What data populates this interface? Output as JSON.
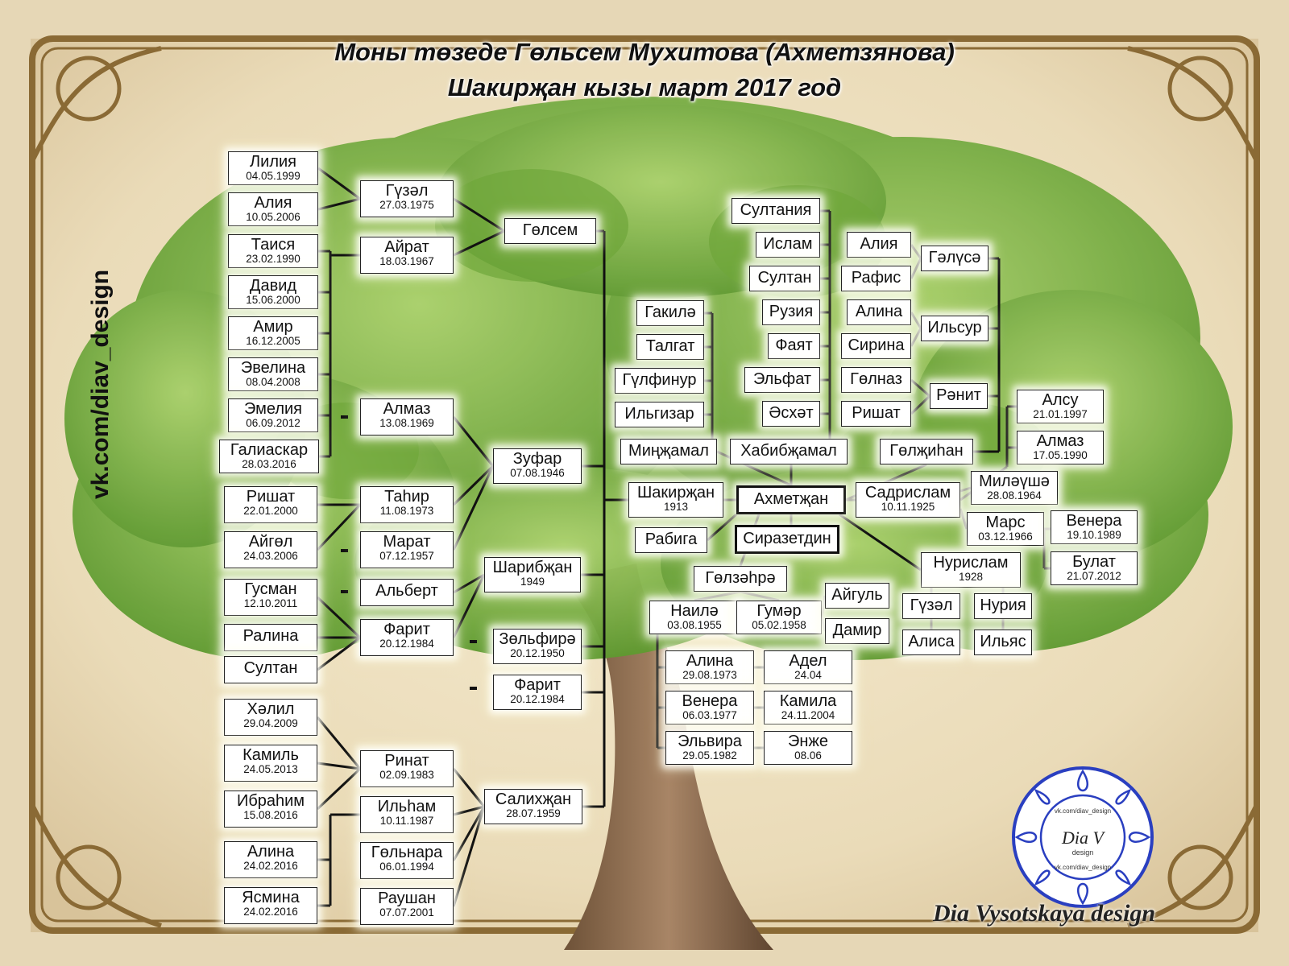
{
  "title": {
    "line1": "Моны төзеде Гөльсем Мухитова (Ахметзянова)",
    "line2": "Шакирҗан кызы март 2017 год"
  },
  "watermark": "vk.com/diav_design",
  "signature": "Dia Vysotskaya design",
  "logo": {
    "url": "vk.com/diav_design",
    "word": "Dia V",
    "sub": "design"
  },
  "colors": {
    "frame": "#8a6a35",
    "line": "#111111",
    "box": "#ffffff",
    "leaf": "#7fb045",
    "trunk": "#8b6a4a"
  },
  "people": {
    "liliya": {
      "name": "Лилия",
      "date": "04.05.1999"
    },
    "aliya1": {
      "name": "Алия",
      "date": "10.05.2006"
    },
    "guzel1": {
      "name": "Гүзәл",
      "date": "27.03.1975"
    },
    "gelsem": {
      "name": "Гөлсем"
    },
    "taisya": {
      "name": "Таися",
      "date": "23.02.1990"
    },
    "airat": {
      "name": "Айрат",
      "date": "18.03.1967"
    },
    "david": {
      "name": "Давид",
      "date": "15.06.2000"
    },
    "amir": {
      "name": "Амир",
      "date": "16.12.2005"
    },
    "evelina": {
      "name": "Эвелина",
      "date": "08.04.2008"
    },
    "emeliya": {
      "name": "Эмелия",
      "date": "06.09.2012"
    },
    "almaz1": {
      "name": "Алмаз",
      "date": "13.08.1969"
    },
    "galiaskar": {
      "name": "Галиаскар",
      "date": "28.03.2016"
    },
    "zufar": {
      "name": "Зуфар",
      "date": "07.08.1946"
    },
    "rishat1": {
      "name": "Ришат",
      "date": "22.01.2000"
    },
    "tahir": {
      "name": "Таһир",
      "date": "11.08.1973"
    },
    "aigel": {
      "name": "Айгөл",
      "date": "24.03.2006"
    },
    "marat": {
      "name": "Марат",
      "date": "07.12.1957"
    },
    "gusman": {
      "name": "Гусман",
      "date": "12.10.2011"
    },
    "albert": {
      "name": "Альберт"
    },
    "sharibzhan": {
      "name": "Шарибҗан",
      "date": "1949"
    },
    "ralina": {
      "name": "Ралина"
    },
    "farit1": {
      "name": "Фарит",
      "date": "20.12.1984"
    },
    "sultan1": {
      "name": "Султан"
    },
    "zelfira": {
      "name": "Зөльфирә",
      "date": "20.12.1950"
    },
    "farit2": {
      "name": "Фарит",
      "date": "20.12.1984"
    },
    "halil": {
      "name": "Хәлил",
      "date": "29.04.2009"
    },
    "kamil": {
      "name": "Камиль",
      "date": "24.05.2013"
    },
    "rinat": {
      "name": "Ринат",
      "date": "02.09.1983"
    },
    "ibrahim": {
      "name": "Ибраһим",
      "date": "15.08.2016"
    },
    "ilham": {
      "name": "Ильһам",
      "date": "10.11.1987"
    },
    "salihzhan": {
      "name": "Салихҗан",
      "date": "28.07.1959"
    },
    "alina1": {
      "name": "Алина",
      "date": "24.02.2016"
    },
    "gelnara": {
      "name": "Гөльнара",
      "date": "06.01.1994"
    },
    "yasmina": {
      "name": "Ясмина",
      "date": "24.02.2016"
    },
    "raushan": {
      "name": "Раушан",
      "date": "07.07.2001"
    },
    "sultaniya": {
      "name": "Султания"
    },
    "islam": {
      "name": "Ислам"
    },
    "sultan2": {
      "name": "Султан"
    },
    "ruziya": {
      "name": "Рузия"
    },
    "fayat": {
      "name": "Фаят"
    },
    "elfat": {
      "name": "Эльфат"
    },
    "ashat": {
      "name": "Әсхәт"
    },
    "gakile": {
      "name": "Гакилә"
    },
    "talgat": {
      "name": "Талгат"
    },
    "gulfinur": {
      "name": "Гүлфинур"
    },
    "ilgizar": {
      "name": "Ильгизар"
    },
    "minzhamal": {
      "name": "Миңҗамал"
    },
    "habibzhamal": {
      "name": "Хабибҗамал"
    },
    "aliya2": {
      "name": "Алия"
    },
    "rafis": {
      "name": "Рафис"
    },
    "gelyuse": {
      "name": "Гәлүсә"
    },
    "alina2": {
      "name": "Алина"
    },
    "sirina": {
      "name": "Сирина"
    },
    "ilsur": {
      "name": "Ильсур"
    },
    "gelnaz": {
      "name": "Гөлназ"
    },
    "rishat2": {
      "name": "Ришат"
    },
    "renit": {
      "name": "Рәнит"
    },
    "gelzhihan": {
      "name": "Гөлҗиһан"
    },
    "alsu": {
      "name": "Алсу",
      "date": "21.01.1997"
    },
    "almaz2": {
      "name": "Алмаз",
      "date": "17.05.1990"
    },
    "shakirzhan": {
      "name": "Шакирҗан",
      "date": "1913"
    },
    "ahmetzhan": {
      "name": "Ахметҗан"
    },
    "sadrislam": {
      "name": "Садрислам",
      "date": "10.11.1925"
    },
    "milyushe": {
      "name": "Миләүшә",
      "date": "28.08.1964"
    },
    "rabiga": {
      "name": "Рабига"
    },
    "sirazetdin": {
      "name": "Сиразетдин"
    },
    "mars": {
      "name": "Марс",
      "date": "03.12.1966"
    },
    "venera1": {
      "name": "Венера",
      "date": "19.10.1989"
    },
    "gelzahra": {
      "name": "Гөлзәһрә"
    },
    "nurislam": {
      "name": "Нурислам",
      "date": "1928"
    },
    "bulat": {
      "name": "Булат",
      "date": "21.07.2012"
    },
    "naile": {
      "name": "Наилә",
      "date": "03.08.1955"
    },
    "gumar": {
      "name": "Гумәр",
      "date": "05.02.1958"
    },
    "aigul": {
      "name": "Айгуль"
    },
    "guzel2": {
      "name": "Гүзәл"
    },
    "nuriya": {
      "name": "Нурия"
    },
    "damir": {
      "name": "Дамир"
    },
    "alisa": {
      "name": "Алиса"
    },
    "ilyas": {
      "name": "Ильяс"
    },
    "alina3": {
      "name": "Алина",
      "date": "29.08.1973"
    },
    "adel": {
      "name": "Адел",
      "date": "24.04"
    },
    "venera2": {
      "name": "Венера",
      "date": "06.03.1977"
    },
    "kamila": {
      "name": "Камила",
      "date": "24.11.2004"
    },
    "elvira": {
      "name": "Эльвира",
      "date": "29.05.1982"
    },
    "enzhe": {
      "name": "Энже",
      "date": "08.06"
    }
  }
}
